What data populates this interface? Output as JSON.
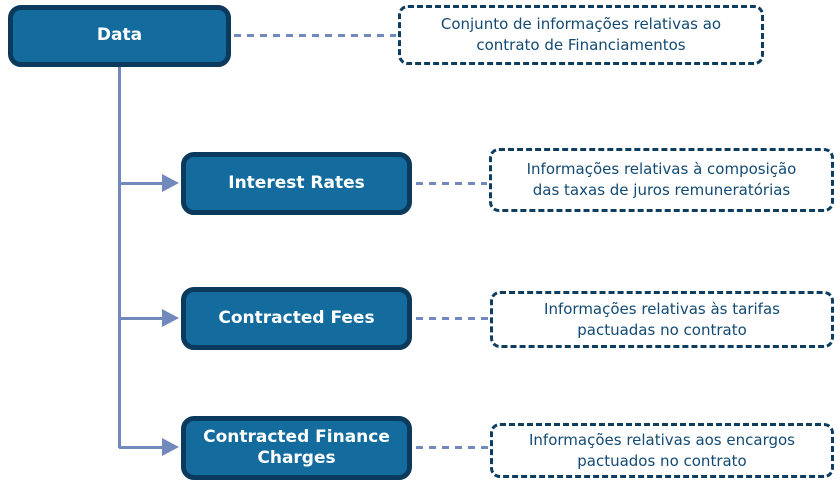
{
  "diagram": {
    "root": {
      "label": "Data",
      "description": "Conjunto de informações relativas ao contrato de Financiamentos"
    },
    "children": [
      {
        "label": "Interest Rates",
        "description": "Informações relativas à composição das taxas de juros remuneratórias"
      },
      {
        "label": "Contracted Fees",
        "description": "Informações relativas às tarifas pactuadas no contrato"
      },
      {
        "label": "Contracted Finance Charges",
        "description": "Informações relativas aos encargos pactuados no contrato"
      }
    ],
    "colors": {
      "node_fill": "#146c9e",
      "node_border": "#0b3a5c",
      "node_text": "#ffffff",
      "annotation_border": "#0d3d61",
      "annotation_text": "#124a73",
      "connector": "#7289bd",
      "background": "#ffffff"
    }
  }
}
